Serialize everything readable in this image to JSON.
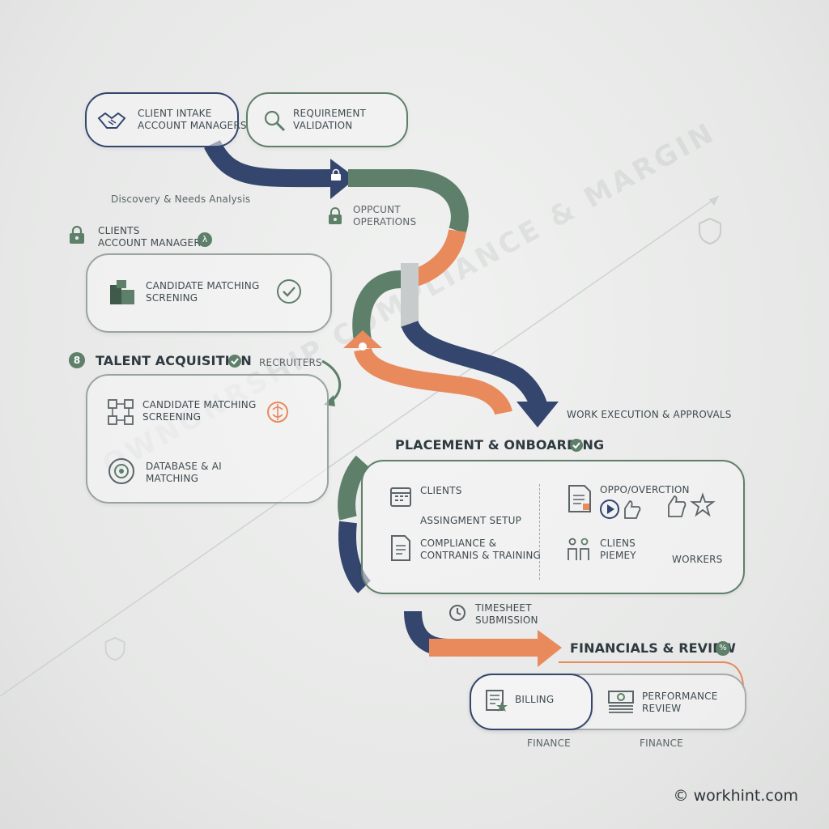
{
  "watermark": "OWNONRSHIP COMPLIANCE & MARGIN",
  "credit": "© workhint.com",
  "top": {
    "client_intake": "CLIENT INTAKE\nACCOUNT MANAGERS",
    "requirement_validation": "REQUIREMENT\nVALIDATION",
    "discovery": "Discovery & Needs Analysis",
    "oppcunt": "OPPCUNT\nOPERATIONS"
  },
  "clients_row": {
    "label": "CLIENTS\nACCOUNT MANAGERS",
    "badge": "λ"
  },
  "box_candidate_top": {
    "label": "CANDIDATE MATCHING\nSCRENING"
  },
  "talent": {
    "title": "TALENT ACQUISITION",
    "recruiters": "RECRUITERS",
    "item1": "CANDIDATE MATCHING\nSCREENING",
    "item2": "DATABASE & AI\nMATCHING"
  },
  "work_exec": "WORK EXECUTION & APPROVALS",
  "placement": {
    "title": "PLACEMENT & ONBOARDING",
    "clients": "CLIENTS",
    "assignment": "ASSINGMENT SETUP",
    "compliance": "COMPLIANCE &\nCONTRANIS & TRAINING",
    "opp": "OPPO/OVERCTION",
    "cliens": "CLIENS\nPIEMEY",
    "workers": "WORKERS"
  },
  "timesheet": "TIMESHEET\nSUBMISSION",
  "financials": {
    "title": "FINANCIALS & REVIEW",
    "badge": "%",
    "billing": "BILLING",
    "performance": "PERFORMANCE\nREVIEW",
    "finance1": "FINANCE",
    "finance2": "FINANCE"
  },
  "colors": {
    "blue": "#34466e",
    "green": "#5e7f69",
    "orange": "#e88a5c",
    "gray": "#9aa3a0"
  }
}
